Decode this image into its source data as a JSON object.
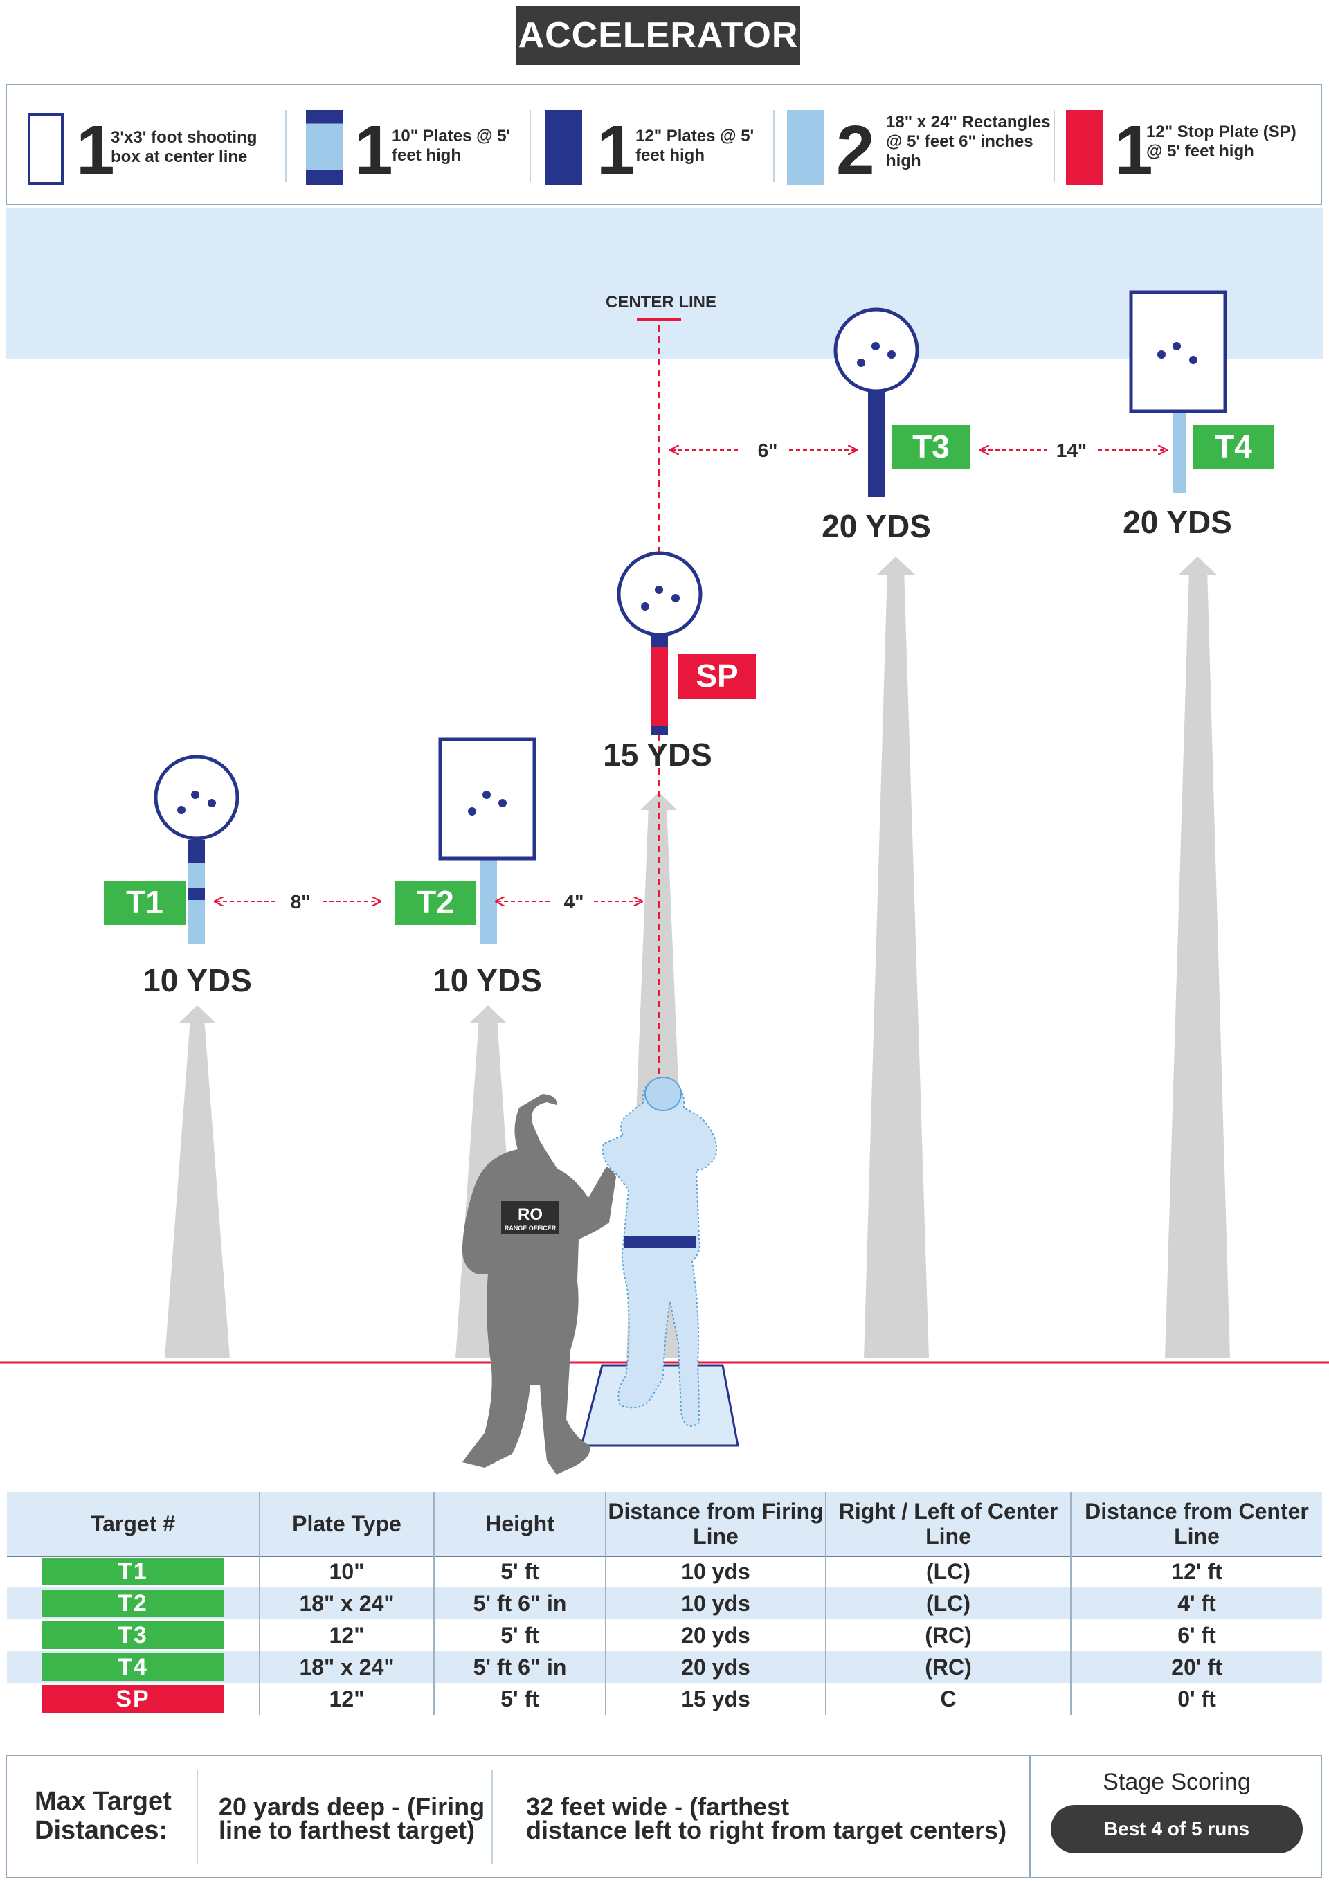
{
  "title": "ACCELERATOR",
  "legend": [
    {
      "count": "1",
      "text": "3'x3' foot shooting box at center line",
      "swatch": "box-outline"
    },
    {
      "count": "1",
      "text": "10\" Plates @ 5' feet high",
      "swatch": "striped-post"
    },
    {
      "count": "1",
      "text": "12\" Plates @ 5' feet high",
      "swatch": "navy-post"
    },
    {
      "count": "2",
      "text": "18\" x 24\" Rectangles @ 5' feet 6\" inches high",
      "swatch": "light-blue-post"
    },
    {
      "count": "1",
      "text": "12\" Stop Plate (SP) @ 5' feet high",
      "swatch": "red-post"
    }
  ],
  "diagram": {
    "center_line_label": "CENTER LINE",
    "targets": [
      {
        "id": "T1",
        "shape": "plate",
        "distance_label": "10 YDS"
      },
      {
        "id": "T2",
        "shape": "rectangle",
        "distance_label": "10 YDS"
      },
      {
        "id": "SP",
        "shape": "plate",
        "distance_label": "15 YDS"
      },
      {
        "id": "T3",
        "shape": "plate",
        "distance_label": "20 YDS"
      },
      {
        "id": "T4",
        "shape": "rectangle",
        "distance_label": "20 YDS"
      }
    ],
    "spacings": [
      {
        "label": "8\"",
        "between": "T1-T2"
      },
      {
        "label": "4\"",
        "between": "T2-center"
      },
      {
        "label": "6\"",
        "between": "center-T3"
      },
      {
        "label": "14\"",
        "between": "T3-T4"
      }
    ],
    "range_officer": {
      "badge": "RO",
      "badge_sub": "RANGE OFFICER"
    }
  },
  "table": {
    "headers": [
      "Target #",
      "Plate Type",
      "Height",
      "Distance from Firing Line",
      "Right / Left of Center Line",
      "Distance from Center Line"
    ],
    "rows": [
      {
        "target": "T1",
        "plate_type": "10\"",
        "height": "5' ft",
        "distance": "10 yds",
        "side": "(LC)",
        "from_center": "12' ft"
      },
      {
        "target": "T2",
        "plate_type": "18\" x 24\"",
        "height": "5' ft 6\" in",
        "distance": "10 yds",
        "side": "(LC)",
        "from_center": "4' ft"
      },
      {
        "target": "T3",
        "plate_type": "12\"",
        "height": "5' ft",
        "distance": "20 yds",
        "side": "(RC)",
        "from_center": "6' ft"
      },
      {
        "target": "T4",
        "plate_type": "18\" x 24\"",
        "height": "5' ft 6\" in",
        "distance": "20 yds",
        "side": "(RC)",
        "from_center": "20' ft"
      },
      {
        "target": "SP",
        "plate_type": "12\"",
        "height": "5' ft",
        "distance": "15 yds",
        "side": "C",
        "from_center": "0' ft"
      }
    ]
  },
  "footer": {
    "label_line1": "Max Target",
    "label_line2": "Distances:",
    "depth_line1": "20 yards deep - (Firing",
    "depth_line2": "line to farthest target)",
    "width_line1": "32 feet wide - (farthest",
    "width_line2": "distance left to right from target centers)",
    "stage_scoring_label": "Stage Scoring",
    "stage_scoring_value": "Best 4 of 5 runs"
  },
  "colors": {
    "navy": "#27348b",
    "light_blue": "#9ec9e8",
    "green": "#3cb54a",
    "red": "#e8183c",
    "sky": "#dbeaf8",
    "dark_gray": "#3b3b3b",
    "cone_gray": "#d3d3d3"
  }
}
